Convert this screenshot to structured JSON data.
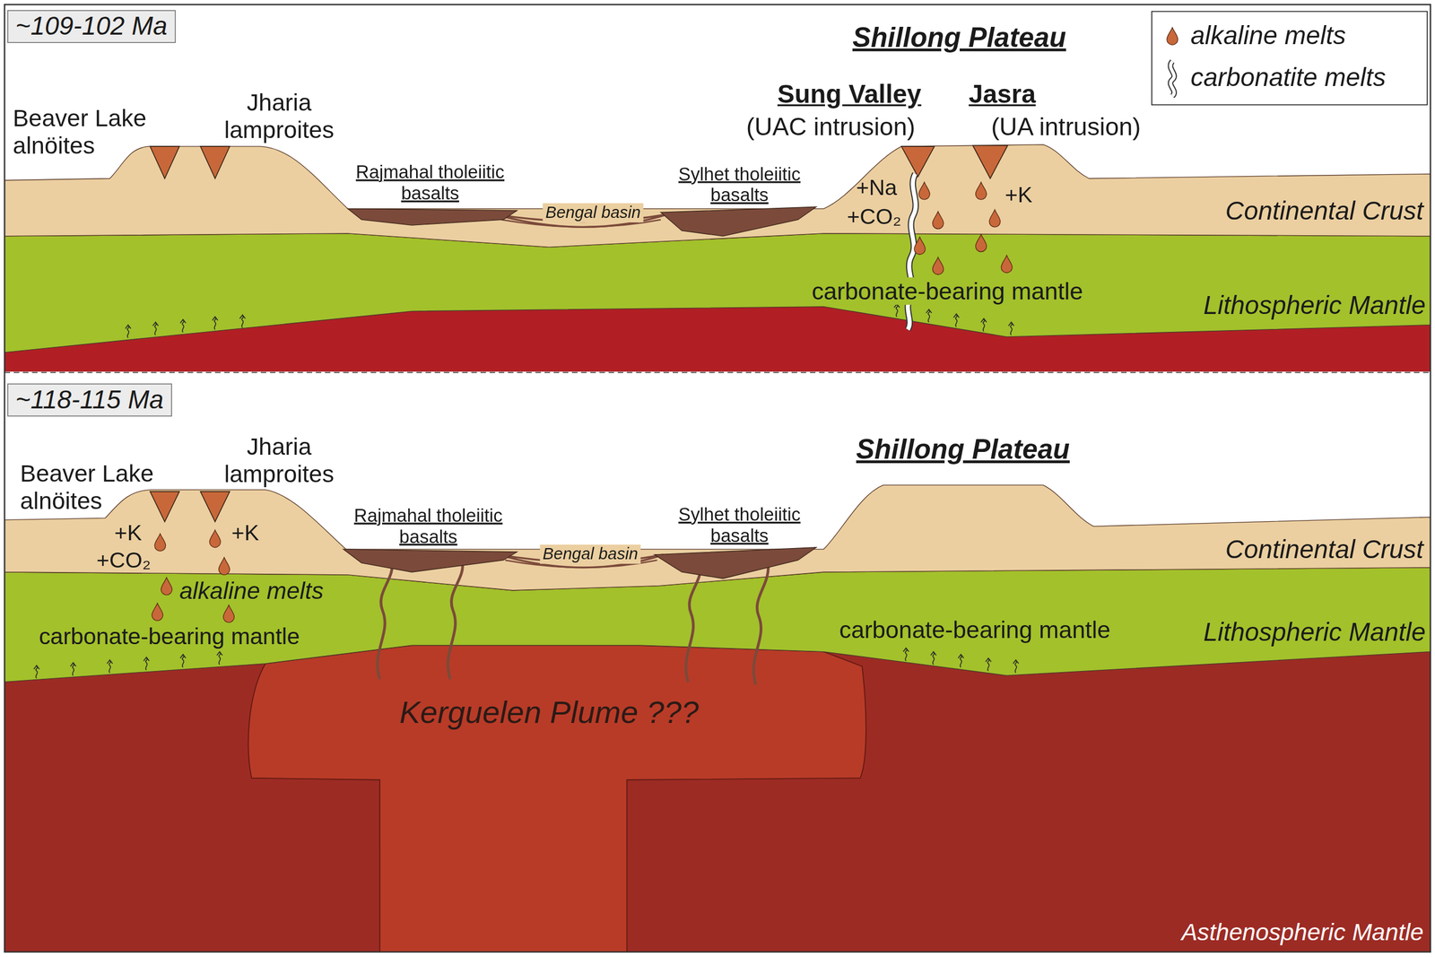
{
  "diagram": {
    "nodes": [
      {
        "text": [
          "~109-102 Ma"
        ]
      },
      {
        "text": [
          "~118-115 Ma"
        ]
      }
    ],
    "labels": [
      "Shillong Plateau",
      "Sung Valley",
      "(UAC intrusion)",
      "Jasra",
      "(UA intrusion)",
      "Beaver Lake alnöites",
      "Jharia lamproites",
      "Rajmahal tholeiitic basalts",
      "Bengal basin",
      "Sylhet tholeiitic basalts",
      "+Na",
      "+CO₂",
      "+K",
      "Continental Crust",
      "carbonate-bearing mantle",
      "Lithospheric Mantle",
      "Shillong Plateau",
      "Beaver Lake alnöites",
      "Jharia lamproites",
      "+K",
      "+CO₂",
      "+K",
      "alkaline melts",
      "Rajmahal tholeiitic basalts",
      "Bengal basin",
      "Sylhet tholeiitic basalts",
      "Continental Crust",
      "carbonate-bearing mantle",
      "carbonate-bearing mantle",
      "Lithospheric Mantle",
      "Kerguelen Plume ???",
      "Asthenospheric Mantle"
    ],
    "legend": [
      {
        "text": "alkaline melts"
      },
      {
        "text": "carbonatite melts"
      }
    ]
  }
}
